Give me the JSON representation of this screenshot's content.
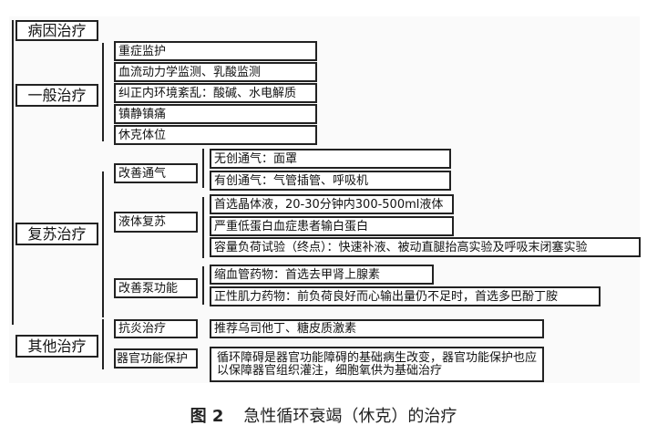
{
  "categories": {
    "etiology": "病因治疗",
    "general": {
      "label": "一般治疗",
      "items": [
        "重症监护",
        "血流动力学监测、乳酸监测",
        "纠正内环境紊乱：酸碱、水电解质",
        "镇静镇痛",
        "休克体位"
      ]
    },
    "resuscitation": {
      "label": "复苏治疗",
      "ventilation": {
        "label": "改善通气",
        "items": [
          "无创通气：面罩",
          "有创通气：气管插管、呼吸机"
        ]
      },
      "fluid": {
        "label": "液体复苏",
        "items": [
          "首选晶体液，20-30分钟内300-500ml液体",
          "严重低蛋白血症患者输白蛋白",
          "容量负荷试验（终点）：快速补液、被动直腿抬高实验及呼吸末闭塞实验"
        ]
      },
      "pump": {
        "label": "改善泵功能",
        "items": [
          "缩血管药物：首选去甲肾上腺素",
          "正性肌力药物：前负荷良好而心输出量仍不足时，首选多巴酚丁胺"
        ]
      }
    },
    "other": {
      "label": "其他治疗",
      "anti": {
        "label": "抗炎治疗",
        "item": "推荐乌司他丁、糖皮质激素"
      },
      "organ": {
        "label": "器官功能保护",
        "item": "循环障碍是器官功能障碍的基础病生改变，器官功能保护也应以保障器官组织灌注，细胞氧供为基础治疗"
      }
    }
  },
  "caption": {
    "fig": "图 2",
    "title": "急性循环衰竭（休克）的治疗"
  }
}
